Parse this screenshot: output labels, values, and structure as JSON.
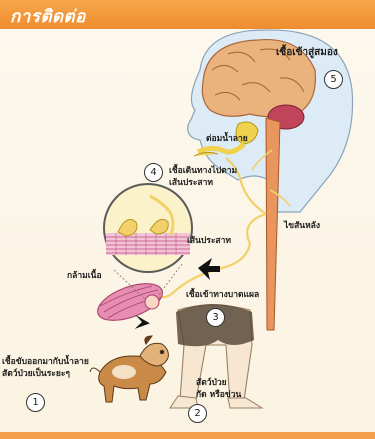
{
  "header": {
    "title": "การติดต่อ"
  },
  "colors": {
    "header": "#f0932f",
    "brain": "#e9b07a",
    "spine": "#e9965e",
    "nerve": "#f2d06a"
  },
  "labels": {
    "brain": "เชื้อเข้าสู่สมอง",
    "salivary": "ต่อมน้ำลาย",
    "nerve_travel_1": "เชื้อเดินทางไปตาม",
    "nerve_travel_2": "เส้นประสาท",
    "spinal": "ไขสันหลัง",
    "nerve": "เส้นประสาท",
    "muscle": "กล้ามเนื้อ",
    "wound": "เชื้อเข้าทางบาดแผล",
    "saliva_1": "เชื้อขับออกมากับน้ำลาย",
    "saliva_2": "สัตว์ป่วยเป็นระยะๆ",
    "bite_1": "สัตว์ป่วย",
    "bite_2": "กัด หรือข่วน"
  },
  "steps": [
    "1",
    "2",
    "3",
    "4",
    "5"
  ]
}
